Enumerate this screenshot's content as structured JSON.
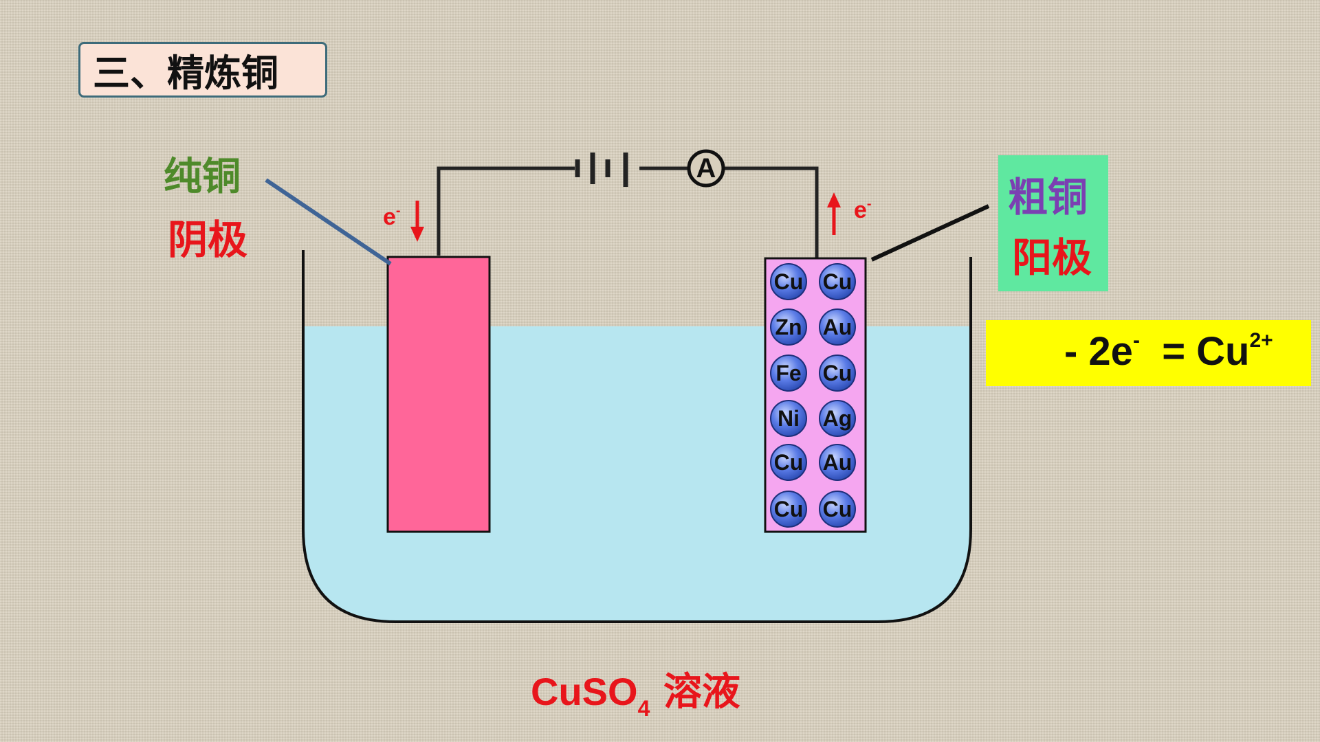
{
  "title": "三、精炼铜",
  "cathode": {
    "material": "纯铜",
    "role": "阴极",
    "electron_label": "e",
    "electron_charge": "-"
  },
  "anode": {
    "material": "粗铜",
    "role": "阳极",
    "electron_label": "e",
    "electron_charge": "-"
  },
  "ammeter_symbol": "A",
  "anode_particles": [
    "Cu",
    "Cu",
    "Zn",
    "Au",
    "Fe",
    "Cu",
    "Ni",
    "Ag",
    "Cu",
    "Au",
    "Cu",
    "Cu"
  ],
  "equation": {
    "left": "- 2e",
    "electron_charge": "-",
    "right": "= Cu",
    "ion_charge": "2+"
  },
  "solution": {
    "formula_main": "CuSO",
    "formula_sub": "4",
    "name": "溶液"
  },
  "colors": {
    "solution": "#b7e6f0",
    "cathode_plate": "#ff6699",
    "anode_plate": "#f5a6f0",
    "particle": "#4a6bd8",
    "arrow": "#e8151b"
  }
}
